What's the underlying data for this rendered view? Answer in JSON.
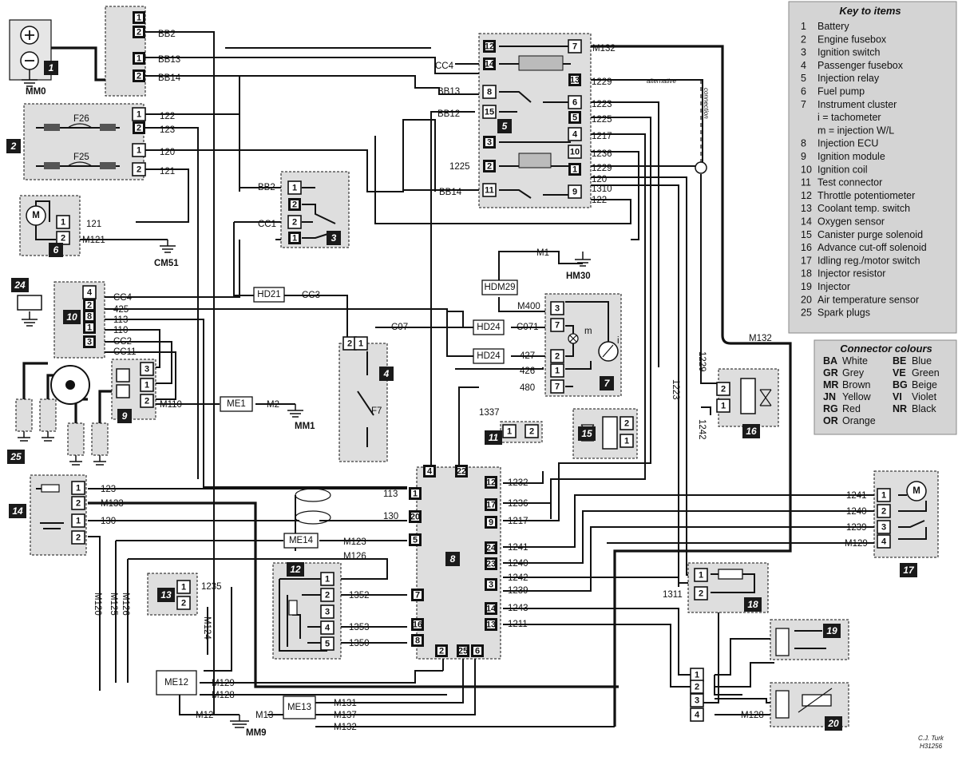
{
  "key": {
    "title": "Key to items",
    "items": [
      {
        "num": "1",
        "label": "Battery"
      },
      {
        "num": "2",
        "label": "Engine fusebox"
      },
      {
        "num": "3",
        "label": "Ignition switch"
      },
      {
        "num": "4",
        "label": "Passenger fusebox"
      },
      {
        "num": "5",
        "label": "Injection relay"
      },
      {
        "num": "6",
        "label": "Fuel pump"
      },
      {
        "num": "7",
        "label": "Instrument cluster"
      },
      {
        "num": "",
        "label": "i = tachometer"
      },
      {
        "num": "",
        "label": "m = injection W/L"
      },
      {
        "num": "8",
        "label": "Injection ECU"
      },
      {
        "num": "9",
        "label": "Ignition module"
      },
      {
        "num": "10",
        "label": "Ignition coil"
      },
      {
        "num": "11",
        "label": "Test connector"
      },
      {
        "num": "12",
        "label": "Throttle potentiometer"
      },
      {
        "num": "13",
        "label": "Coolant temp. switch"
      },
      {
        "num": "14",
        "label": "Oxygen sensor"
      },
      {
        "num": "15",
        "label": "Canister purge solenoid"
      },
      {
        "num": "16",
        "label": "Advance cut-off solenoid"
      },
      {
        "num": "17",
        "label": "Idling reg./motor switch"
      },
      {
        "num": "18",
        "label": "Injector resistor"
      },
      {
        "num": "19",
        "label": "Injector"
      },
      {
        "num": "20",
        "label": "Air temperature sensor"
      },
      {
        "num": "25",
        "label": "Spark plugs"
      }
    ]
  },
  "colours": {
    "title": "Connector colours",
    "items": [
      {
        "code": "BA",
        "name": "White"
      },
      {
        "code": "BE",
        "name": "Blue"
      },
      {
        "code": "GR",
        "name": "Grey"
      },
      {
        "code": "VE",
        "name": "Green"
      },
      {
        "code": "MR",
        "name": "Brown"
      },
      {
        "code": "BG",
        "name": "Beige"
      },
      {
        "code": "JN",
        "name": "Yellow"
      },
      {
        "code": "VI",
        "name": "Violet"
      },
      {
        "code": "RG",
        "name": "Red"
      },
      {
        "code": "NR",
        "name": "Black"
      },
      {
        "code": "OR",
        "name": "Orange"
      }
    ]
  },
  "grounds": {
    "mm0": "MM0",
    "cm51": "CM51",
    "hm30": "HM30",
    "mm1": "MM1",
    "mm9": "MM9"
  },
  "fuses": {
    "f26": "F26",
    "f25": "F25",
    "f7": "F7"
  },
  "junctions": {
    "hd21": "HD21",
    "hdm29": "HDM29",
    "hd24a": "HD24",
    "hd24b": "HD24",
    "me1": "ME1",
    "me14": "ME14",
    "me12": "ME12",
    "me13": "ME13"
  },
  "side_notes": {
    "alternative": "alternative",
    "connection": "connection"
  },
  "signature": {
    "author": "C.J. Turk",
    "ref": "H31256"
  },
  "labels": {
    "bb2": "BB2",
    "bb13": "BB13",
    "bb14": "BB14",
    "cc4": "CC4",
    "m132": "M132",
    "bb13b": "BB13",
    "bb12": "BB12",
    "bb14b": "BB14",
    "w1225a": "1225",
    "bb2b": "BB2",
    "w1229": "1229",
    "w1223": "1223",
    "w1225": "1225",
    "w1217": "1217",
    "w1236": "1236",
    "w1229b": "1229",
    "w120b": "120",
    "w1310": "1310",
    "w122b": "122",
    "w122": "122",
    "w123": "123",
    "w120": "120",
    "w121": "121",
    "w121b": "121",
    "m121": "M121",
    "cc1": "CC1",
    "m1": "M1",
    "m400": "M400",
    "cc4b": "CC4",
    "w425": "425",
    "w113": "113",
    "w110": "110",
    "cc2": "CC2",
    "cc11": "CC11",
    "cc3": "CC3",
    "c07": "C07",
    "c071": "C071",
    "w427": "427",
    "w426": "426",
    "w480": "480",
    "m110": "M110",
    "m2": "M2",
    "w1337": "1337",
    "m132b": "M132",
    "v1229": "1229",
    "v1223": "1223",
    "v1242": "1242",
    "w123b": "123",
    "m133": "M133",
    "w130": "130",
    "w113b": "113",
    "w130b": "130",
    "m123": "M123",
    "m126": "M126",
    "w1352": "1352",
    "w1353": "1353",
    "w1350": "1350",
    "w1235": "1235",
    "m120": "M120",
    "m125": "M125",
    "m126b": "M126",
    "m124": "M124",
    "m129": "M129",
    "m128": "M128",
    "m12": "M12",
    "m13": "M13",
    "m131": "M131",
    "m137": "M137",
    "m132c": "M132",
    "w1232": "1232",
    "w1236b": "1236",
    "w1217b": "1217",
    "w1241": "1241",
    "w1240": "1240",
    "w1242": "1242",
    "w1239": "1239",
    "w1243": "1243",
    "w1211": "1211",
    "w1241r": "1241",
    "w1240r": "1240",
    "w1239r": "1239",
    "m129r": "M129",
    "w1311": "1311",
    "m128r": "M128",
    "i": "i",
    "m": "m"
  },
  "tags": [
    "1",
    "2",
    "3",
    "4",
    "5",
    "6",
    "7",
    "8",
    "9",
    "10",
    "11",
    "12",
    "13",
    "14",
    "15",
    "16",
    "17",
    "18",
    "19",
    "20",
    "24",
    "25"
  ]
}
